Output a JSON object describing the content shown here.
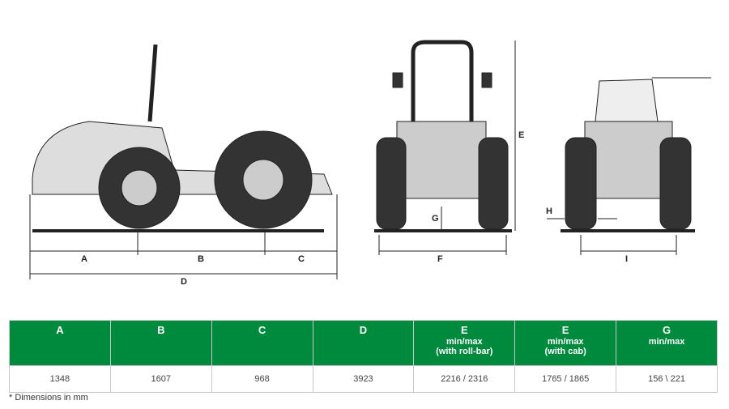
{
  "labels": {
    "A": "A",
    "B": "B",
    "C": "C",
    "D": "D",
    "E": "E",
    "F": "F",
    "G": "G",
    "H": "H",
    "I": "I"
  },
  "table": {
    "headers": [
      {
        "title": "A",
        "sub1": "",
        "sub2": ""
      },
      {
        "title": "B",
        "sub1": "",
        "sub2": ""
      },
      {
        "title": "C",
        "sub1": "",
        "sub2": ""
      },
      {
        "title": "D",
        "sub1": "",
        "sub2": ""
      },
      {
        "title": "E",
        "sub1": "min/max",
        "sub2": "(with roll-bar)"
      },
      {
        "title": "E",
        "sub1": "min/max",
        "sub2": "(with cab)"
      },
      {
        "title": "G",
        "sub1": "min/max",
        "sub2": ""
      }
    ],
    "values": [
      "1348",
      "1607",
      "968",
      "3923",
      "2216 / 2316",
      "1765 / 1865",
      "156 \\ 221"
    ]
  },
  "footnote": "* Dimensions in mm",
  "colors": {
    "header": "#008a3e"
  }
}
